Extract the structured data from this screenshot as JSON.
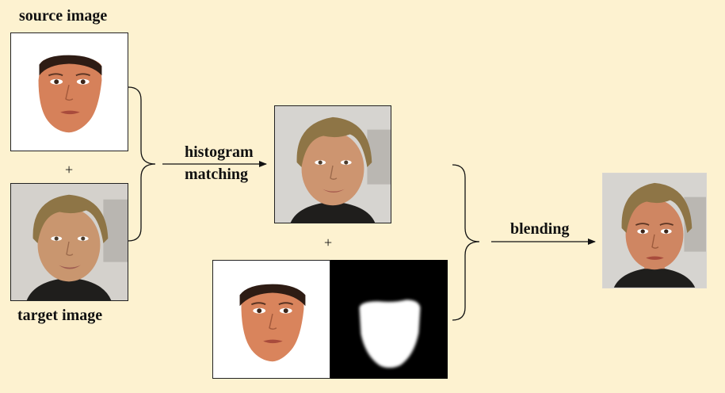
{
  "labels": {
    "source": "source image",
    "target": "target image",
    "histogram_line1": "histogram",
    "histogram_line2": "matching",
    "blending": "blending",
    "plus1": "+",
    "plus2": "+"
  },
  "colors": {
    "background": "#fdf2d0",
    "source_skin": "#d6815a",
    "target_skin": "#c9966f",
    "target_hair": "#8e7546",
    "mask_bg": "#000000",
    "mask_fg": "#ffffff"
  }
}
